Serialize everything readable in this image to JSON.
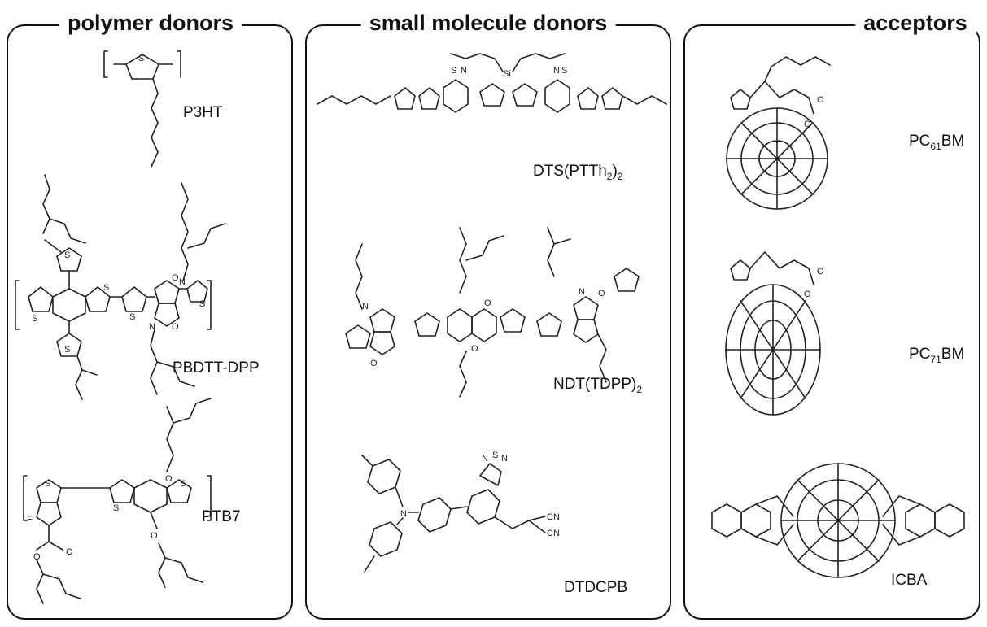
{
  "panels": {
    "polymer": {
      "title": "polymer donors",
      "molecules": [
        "P3HT",
        "PBDTT-DPP",
        "PTB7"
      ]
    },
    "small": {
      "title": "small molecule donors",
      "molecules": [
        {
          "main": "DTS(PTTh",
          "sub": "2",
          "close": ")",
          "sub2": "2"
        },
        {
          "main": "NDT(TDPP)",
          "sub": "2"
        },
        {
          "main": "DTDCPB"
        }
      ]
    },
    "acceptors": {
      "title": "acceptors",
      "molecules": [
        {
          "pre": "PC",
          "sub": "61",
          "post": "BM"
        },
        {
          "pre": "PC",
          "sub": "71",
          "post": "BM"
        },
        {
          "pre": "ICBA"
        }
      ]
    }
  },
  "atoms": {
    "S": "S",
    "N": "N",
    "O": "O",
    "F": "F",
    "Si": "Si",
    "CN": "CN"
  }
}
